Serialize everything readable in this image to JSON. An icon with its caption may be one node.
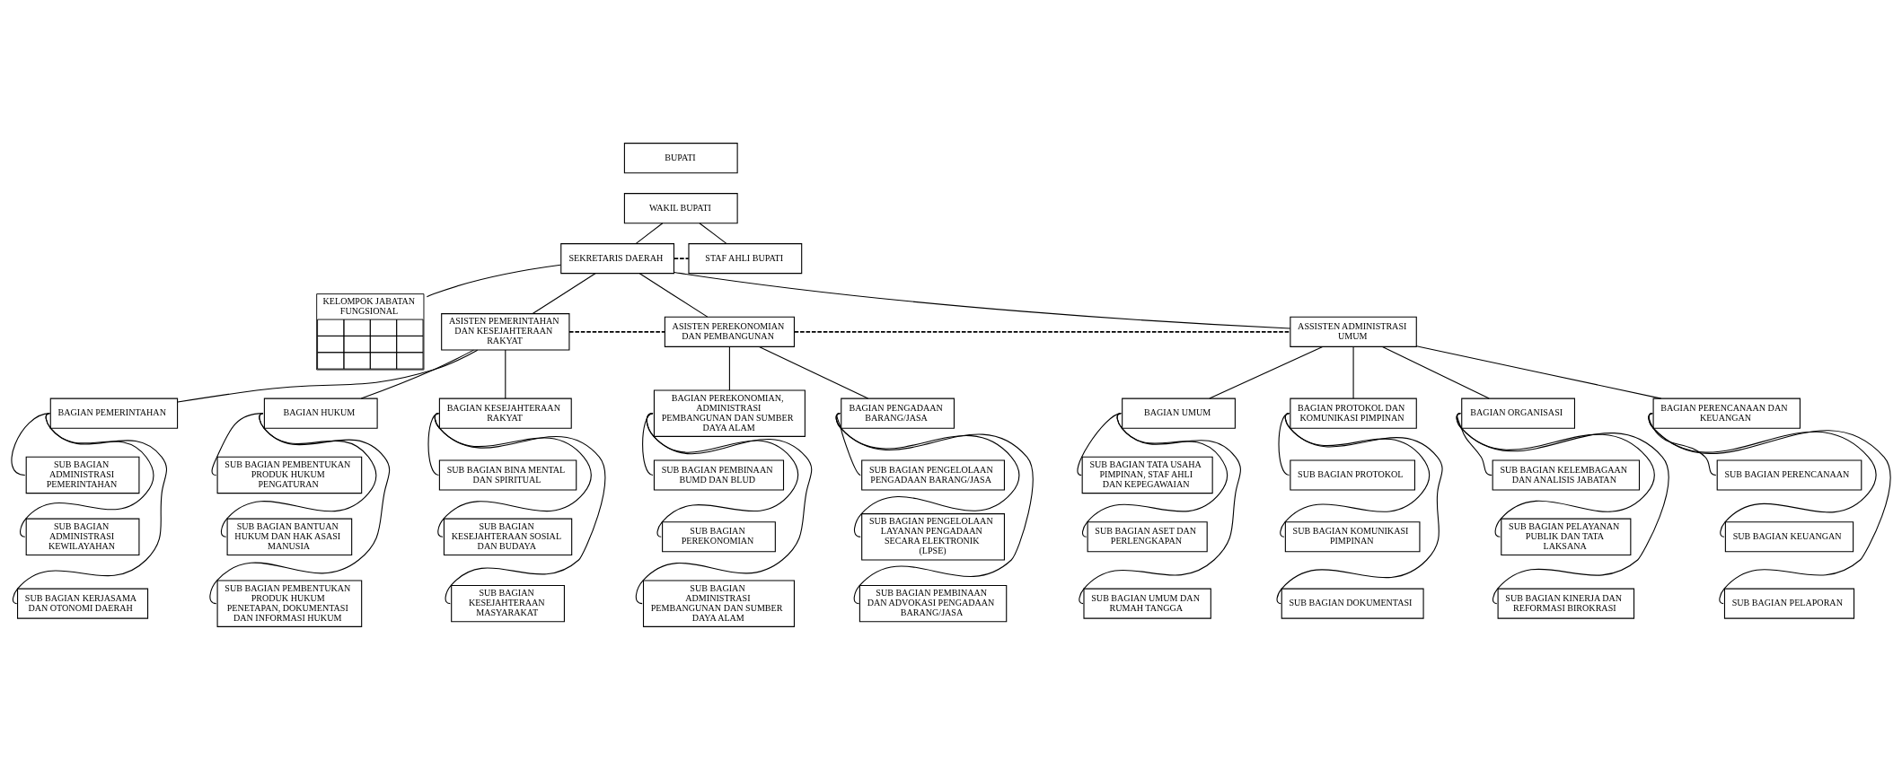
{
  "diagram": {
    "nodes": [
      {
        "text": [
          "BUPATI"
        ]
      },
      {
        "text": [
          "WAKIL BUPATI"
        ]
      },
      {
        "text": [
          "SEKRETARIS DAERAH"
        ]
      },
      {
        "text": [
          "STAF AHLI BUPATI"
        ]
      },
      {
        "text": [
          "KELOMPOK JABATAN FUNGSIONAL"
        ]
      },
      {
        "text": [
          "ASISTEN PEMERINTAHAN DAN KESEJAHTERAAN RAKYAT"
        ]
      },
      {
        "text": [
          "ASISTEN PEREKONOMIAN DAN PEMBANGUNAN"
        ]
      },
      {
        "text": [
          "ASSISTEN ADMINISTRASI UMUM"
        ]
      },
      {
        "text": [
          "BAGIAN PEMERINTAHAN"
        ]
      },
      {
        "text": [
          "BAGIAN HUKUM"
        ]
      },
      {
        "text": [
          "BAGIAN KESEJAHTERAAN RAKYAT"
        ]
      },
      {
        "text": [
          "BAGIAN PEREKONOMIAN, ADMINISTRASI PEMBANGUNAN DAN SUMBER DAYA ALAM"
        ]
      },
      {
        "text": [
          "BAGIAN PENGADAAN BARANG/JASA"
        ]
      },
      {
        "text": [
          "BAGIAN UMUM"
        ]
      },
      {
        "text": [
          "BAGIAN PROTOKOL DAN KOMUNIKASI PIMPINAN"
        ]
      },
      {
        "text": [
          "BAGIAN ORGANISASI"
        ]
      },
      {
        "text": [
          "BAGIAN PERENCANAAN DAN KEUANGAN"
        ]
      },
      {
        "text": [
          "SUB BAGIAN ADMINISTRASI PEMERINTAHAN"
        ]
      },
      {
        "text": [
          "SUB BAGIAN ADMINISTRASI KEWILAYAHAN"
        ]
      },
      {
        "text": [
          "SUB BAGIAN KERJASAMA DAN OTONOMI DAERAH"
        ]
      },
      {
        "text": [
          "SUB BAGIAN PEMBENTUKAN PRODUK HUKUM PENGATURAN"
        ]
      },
      {
        "text": [
          "SUB BAGIAN BANTUAN HUKUM DAN HAK ASASI MANUSIA"
        ]
      },
      {
        "text": [
          "SUB BAGIAN PEMBENTUKAN PRODUK HUKUM PENETAPAN, DOKUMENTASI DAN INFORMASI HUKUM"
        ]
      },
      {
        "text": [
          "SUB BAGIAN BINA MENTAL DAN SPIRITUAL"
        ]
      },
      {
        "text": [
          "SUB BAGIAN KESEJAHTERAAN SOSIAL DAN BUDAYA"
        ]
      },
      {
        "text": [
          "SUB BAGIAN KESEJAHTERAAN MASYARAKAT"
        ]
      },
      {
        "text": [
          "SUB BAGIAN PEMBINAAN BUMD DAN BLUD"
        ]
      },
      {
        "text": [
          "SUB BAGIAN PEREKONOMIAN"
        ]
      },
      {
        "text": [
          "SUB BAGIAN ADMINISTRASI PEMBANGUNAN DAN SUMBER DAYA ALAM"
        ]
      },
      {
        "text": [
          "SUB BAGIAN PENGELOLAAN PENGADAAN BARANG/JASA"
        ]
      },
      {
        "text": [
          "SUB BAGIAN PENGELOLAAN LAYANAN PENGADAAN SECARA ELEKTRONIK (LPSE)"
        ]
      },
      {
        "text": [
          "SUB BAGIAN PEMBINAAN DAN ADVOKASI PENGADAAN BARANG/JASA"
        ]
      },
      {
        "text": [
          "SUB BAGIAN TATA USAHA PIMPINAN, STAF AHLI DAN KEPEGAWAIAN"
        ]
      },
      {
        "text": [
          "SUB BAGIAN ASET DAN PERLENGKAPAN"
        ]
      },
      {
        "text": [
          "SUB BAGIAN UMUM DAN RUMAH TANGGA"
        ]
      },
      {
        "text": [
          "SUB BAGIAN PROTOKOL"
        ]
      },
      {
        "text": [
          "SUB BAGIAN KOMUNIKASI PIMPINAN"
        ]
      },
      {
        "text": [
          "SUB BAGIAN DOKUMENTASI"
        ]
      },
      {
        "text": [
          "SUB BAGIAN KELEMBAGAAN DAN ANALISIS JABATAN"
        ]
      },
      {
        "text": [
          "SUB BAGIAN PELAYANAN PUBLIK DAN TATA LAKSANA"
        ]
      },
      {
        "text": [
          "SUB BAGIAN KINERJA DAN REFORMASI BIROKRASI"
        ]
      },
      {
        "text": [
          "SUB BAGIAN PERENCANAAN"
        ]
      },
      {
        "text": [
          "SUB BAGIAN KEUANGAN"
        ]
      },
      {
        "text": [
          "SUB BAGIAN PELAPORAN"
        ]
      }
    ],
    "edges": [
      {
        "from": 1,
        "to": 2,
        "arrow": "none"
      },
      {
        "from": 1,
        "to": 3,
        "arrow": "none"
      },
      {
        "from": 2,
        "to": 3,
        "arrow": "none",
        "style": "dashed"
      },
      {
        "from": 2,
        "to": 4,
        "arrow": "none"
      },
      {
        "from": 2,
        "to": 5,
        "arrow": "none"
      },
      {
        "from": 2,
        "to": 6,
        "arrow": "none"
      },
      {
        "from": 2,
        "to": 7,
        "arrow": "none"
      },
      {
        "from": 5,
        "to": 6,
        "arrow": "none",
        "style": "dashed"
      },
      {
        "from": 6,
        "to": 7,
        "arrow": "none",
        "style": "dashed"
      },
      {
        "from": 5,
        "to": 8,
        "arrow": "none"
      },
      {
        "from": 5,
        "to": 9,
        "arrow": "none"
      },
      {
        "from": 5,
        "to": 10,
        "arrow": "none"
      },
      {
        "from": 6,
        "to": 11,
        "arrow": "none"
      },
      {
        "from": 6,
        "to": 12,
        "arrow": "none"
      },
      {
        "from": 7,
        "to": 13,
        "arrow": "none"
      },
      {
        "from": 7,
        "to": 14,
        "arrow": "none"
      },
      {
        "from": 7,
        "to": 15,
        "arrow": "none"
      },
      {
        "from": 7,
        "to": 16,
        "arrow": "none"
      },
      {
        "from": 8,
        "to": 17,
        "arrow": "none"
      },
      {
        "from": 8,
        "to": 18,
        "arrow": "none"
      },
      {
        "from": 8,
        "to": 19,
        "arrow": "none"
      },
      {
        "from": 9,
        "to": 20,
        "arrow": "none"
      },
      {
        "from": 9,
        "to": 21,
        "arrow": "none"
      },
      {
        "from": 9,
        "to": 22,
        "arrow": "none"
      },
      {
        "from": 10,
        "to": 23,
        "arrow": "none"
      },
      {
        "from": 10,
        "to": 24,
        "arrow": "none"
      },
      {
        "from": 10,
        "to": 25,
        "arrow": "none"
      },
      {
        "from": 11,
        "to": 26,
        "arrow": "none"
      },
      {
        "from": 11,
        "to": 27,
        "arrow": "none"
      },
      {
        "from": 11,
        "to": 28,
        "arrow": "none"
      },
      {
        "from": 12,
        "to": 29,
        "arrow": "none"
      },
      {
        "from": 12,
        "to": 30,
        "arrow": "none"
      },
      {
        "from": 12,
        "to": 31,
        "arrow": "none"
      },
      {
        "from": 13,
        "to": 32,
        "arrow": "none"
      },
      {
        "from": 13,
        "to": 33,
        "arrow": "none"
      },
      {
        "from": 13,
        "to": 34,
        "arrow": "none"
      },
      {
        "from": 14,
        "to": 35,
        "arrow": "none"
      },
      {
        "from": 14,
        "to": 36,
        "arrow": "none"
      },
      {
        "from": 14,
        "to": 37,
        "arrow": "none"
      },
      {
        "from": 15,
        "to": 38,
        "arrow": "none"
      },
      {
        "from": 15,
        "to": 39,
        "arrow": "none"
      },
      {
        "from": 15,
        "to": 40,
        "arrow": "none"
      },
      {
        "from": 16,
        "to": 41,
        "arrow": "none"
      },
      {
        "from": 16,
        "to": 42,
        "arrow": "none"
      },
      {
        "from": 16,
        "to": 43,
        "arrow": "none"
      }
    ]
  }
}
